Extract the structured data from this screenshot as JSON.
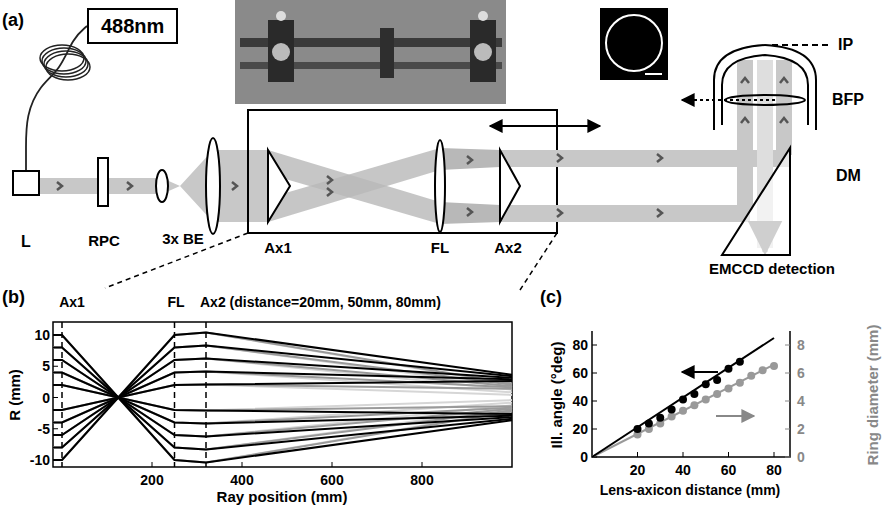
{
  "diagram": {
    "nodes": [
      {
        "text": [
          "488nm"
        ]
      },
      {
        "text": [
          "L"
        ]
      }
    ],
    "edges": [
      {
        "from": 0,
        "to": 1,
        "arrow": "none"
      }
    ],
    "labels": [
      "(a)",
      "RPC",
      "3x BE",
      "Ax1",
      "FL",
      "Ax2",
      "IP",
      "BFP",
      "DM",
      "EMCCD detection",
      "(b)",
      "Ax1",
      "FL",
      "Ax2 (distance=20mm, 50mm, 80mm)",
      "R (mm)",
      "10",
      "5",
      "0",
      "-5",
      "-10",
      "200",
      "400",
      "600",
      "800",
      "Ray position (mm)",
      "(c)",
      "Ill. angle (°deg)",
      "80",
      "60",
      "40",
      "20",
      "0",
      "Ring diameter (mm)",
      "8",
      "6",
      "4",
      "2",
      "0",
      "20",
      "40",
      "60",
      "80",
      "Lens-axicon distance (mm)"
    ]
  }
}
